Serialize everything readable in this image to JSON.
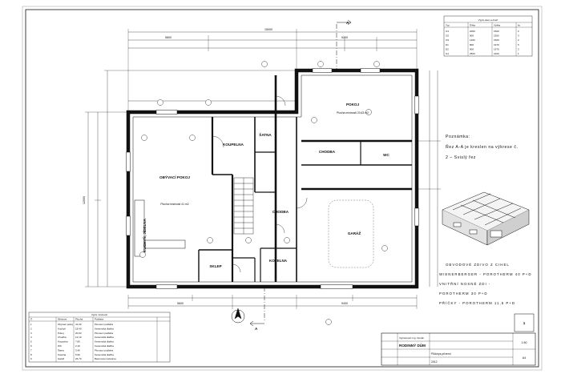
{
  "rooms": {
    "living": {
      "name": "OBÝVACÍ POKOJ",
      "area": "Plocha místnosti 41 m2"
    },
    "kitchen": {
      "name": "KUCHYŇ, JÍDELNA"
    },
    "room_top": {
      "name": "POKOJ",
      "area": "Plocha místnosti 20,63 m2"
    },
    "corridor_top": {
      "name": "CHODBA"
    },
    "bath": {
      "name": "KOUPELNA"
    },
    "corridor_mid": {
      "name": "CHODBA"
    },
    "garage": {
      "name": "GARÁŽ"
    },
    "wc": {
      "name": "WC"
    },
    "closet": {
      "name": "ŠATNA"
    },
    "boiler": {
      "name": "KOTELNA"
    },
    "cellar": {
      "name": "SKLEP"
    }
  },
  "dims": {
    "top_total": "15000",
    "top_left": "5800",
    "top_right": "9200",
    "left_total": "12000",
    "bottom_left": "5600",
    "bottom_right": "9400"
  },
  "window_table": {
    "title": "Výpis oken a dveří",
    "headers": [
      "Typ",
      "Šířka",
      "Výška",
      "ks"
    ],
    "rows": [
      [
        "O1",
        "2000",
        "1500",
        "2"
      ],
      [
        "O2",
        "900",
        "1500",
        "3"
      ],
      [
        "O3",
        "1200",
        "1500",
        "2"
      ],
      [
        "D1",
        "800",
        "1970",
        "5"
      ],
      [
        "D2",
        "900",
        "1970",
        "2"
      ],
      [
        "G1",
        "2500",
        "2100",
        "1"
      ]
    ]
  },
  "note": {
    "heading": "Poznámka:",
    "line1": "Řez A-A je kreslen na výkrese č.",
    "line2": "2 – Svislý řez"
  },
  "masonry": {
    "line1": "OBVODOVÉ ZDIVO Z CIHEL",
    "line2": "WIENERBERGER - POROTHERM 40 P+D",
    "line3": "VNITŘNÍ NOSNÉ ZDI -",
    "line4": "POROTHERM 30 P+D",
    "line5": "PŘÍČKY - POROTHERM 11,5 P+D"
  },
  "rooms_table": {
    "title": "Výpis místností",
    "headers": [
      "Č.",
      "Místnost",
      "Plocha",
      "Podlaha"
    ],
    "rows": [
      [
        "1",
        "Obývací pokoj",
        "41,00",
        "Plovoucí podlaha"
      ],
      [
        "2",
        "Kuchyň",
        "18,40",
        "Keramická dlažba"
      ],
      [
        "3",
        "Pokoj",
        "20,63",
        "Plovoucí podlaha"
      ],
      [
        "4",
        "Chodba",
        "12,10",
        "Keramická dlažba"
      ],
      [
        "5",
        "Koupelna",
        "7,80",
        "Keramická dlažba"
      ],
      [
        "6",
        "WC",
        "2,10",
        "Keramická dlažba"
      ],
      [
        "7",
        "Šatna",
        "3,40",
        "Plovoucí podlaha"
      ],
      [
        "8",
        "Kotelna",
        "5,90",
        "Keramická dlažba"
      ],
      [
        "9",
        "Garáž",
        "26,70",
        "Betonová mazanina"
      ]
    ]
  },
  "title_block": {
    "author": "Vypracoval: Ing. Novák",
    "project": "RODINNÝ DŮM",
    "drawing": "Půdorys přízemí",
    "scale": "1:50",
    "number": "1",
    "format": "A4",
    "date": "2012"
  },
  "section_marks": {
    "a": "A"
  }
}
